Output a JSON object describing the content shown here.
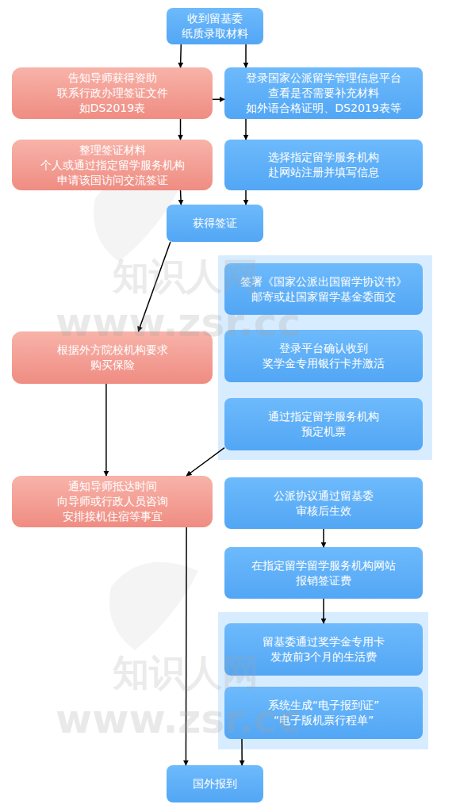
{
  "diagram": {
    "nodes": [
      {
        "text": [
          "收到留基委 纸质录取材料"
        ]
      },
      {
        "text": [
          "告知导师获得资助 联系行政办理签证文件 如DS2019表"
        ]
      },
      {
        "text": [
          "登录国家公派留学管理信息平台 查看是否需要补充材料 如外语合格证明、DS2019表等"
        ]
      },
      {
        "text": [
          "整理签证材料 个人或通过指定留学服务机构 申请该国访问交流签证"
        ]
      },
      {
        "text": [
          "选择指定留学服务机构 赴网站注册并填写信息"
        ]
      },
      {
        "text": [
          "获得签证"
        ]
      },
      {
        "text": [
          "签署《国家公派出国留学协议书》 邮寄或赴国家留学基金委面交"
        ]
      },
      {
        "text": [
          "登录平台确认收到 奖学金专用银行卡并激活"
        ]
      },
      {
        "text": [
          "通过指定留学服务机构 预定机票"
        ]
      },
      {
        "text": [
          "根据外方院校机构要求 购买保险"
        ]
      },
      {
        "text": [
          "通知导师抵达时间 向导师或行政人员咨询 安排接机住宿等事宜"
        ]
      },
      {
        "text": [
          "公派协议通过留基委 审核后生效"
        ]
      },
      {
        "text": [
          "在指定留学留学服务机构网站 报销签证费"
        ]
      },
      {
        "text": [
          "留基委通过奖学金专用卡 发放前3个月的生活费"
        ]
      },
      {
        "text": [
          "系统生成“电子报到证” “电子版机票行程单”"
        ]
      },
      {
        "text": [
          "国外报到"
        ]
      }
    ],
    "edges": [
      {
        "from": 0,
        "to": 1,
        "arrow": "to"
      },
      {
        "from": 0,
        "to": 2,
        "arrow": "to"
      },
      {
        "from": 1,
        "to": 2,
        "arrow": "to"
      },
      {
        "from": 1,
        "to": 3,
        "arrow": "to"
      },
      {
        "from": 2,
        "to": 4,
        "arrow": "to"
      },
      {
        "from": 3,
        "to": 5,
        "arrow": "to"
      },
      {
        "from": 4,
        "to": 5,
        "arrow": "to"
      },
      {
        "from": 5,
        "to": 9,
        "arrow": "to"
      },
      {
        "from": 8,
        "to": 10,
        "arrow": "to"
      },
      {
        "from": 9,
        "to": 10,
        "arrow": "to"
      },
      {
        "from": 11,
        "to": 12,
        "arrow": "to"
      },
      {
        "from": 12,
        "to": 13,
        "arrow": "to"
      },
      {
        "from": 10,
        "to": 15,
        "arrow": "to"
      },
      {
        "from": 14,
        "to": 15,
        "arrow": "to"
      }
    ],
    "labels": [
      "知识人网",
      "www.zsr.cc",
      "知识人网",
      "www.zsr.cc"
    ]
  }
}
